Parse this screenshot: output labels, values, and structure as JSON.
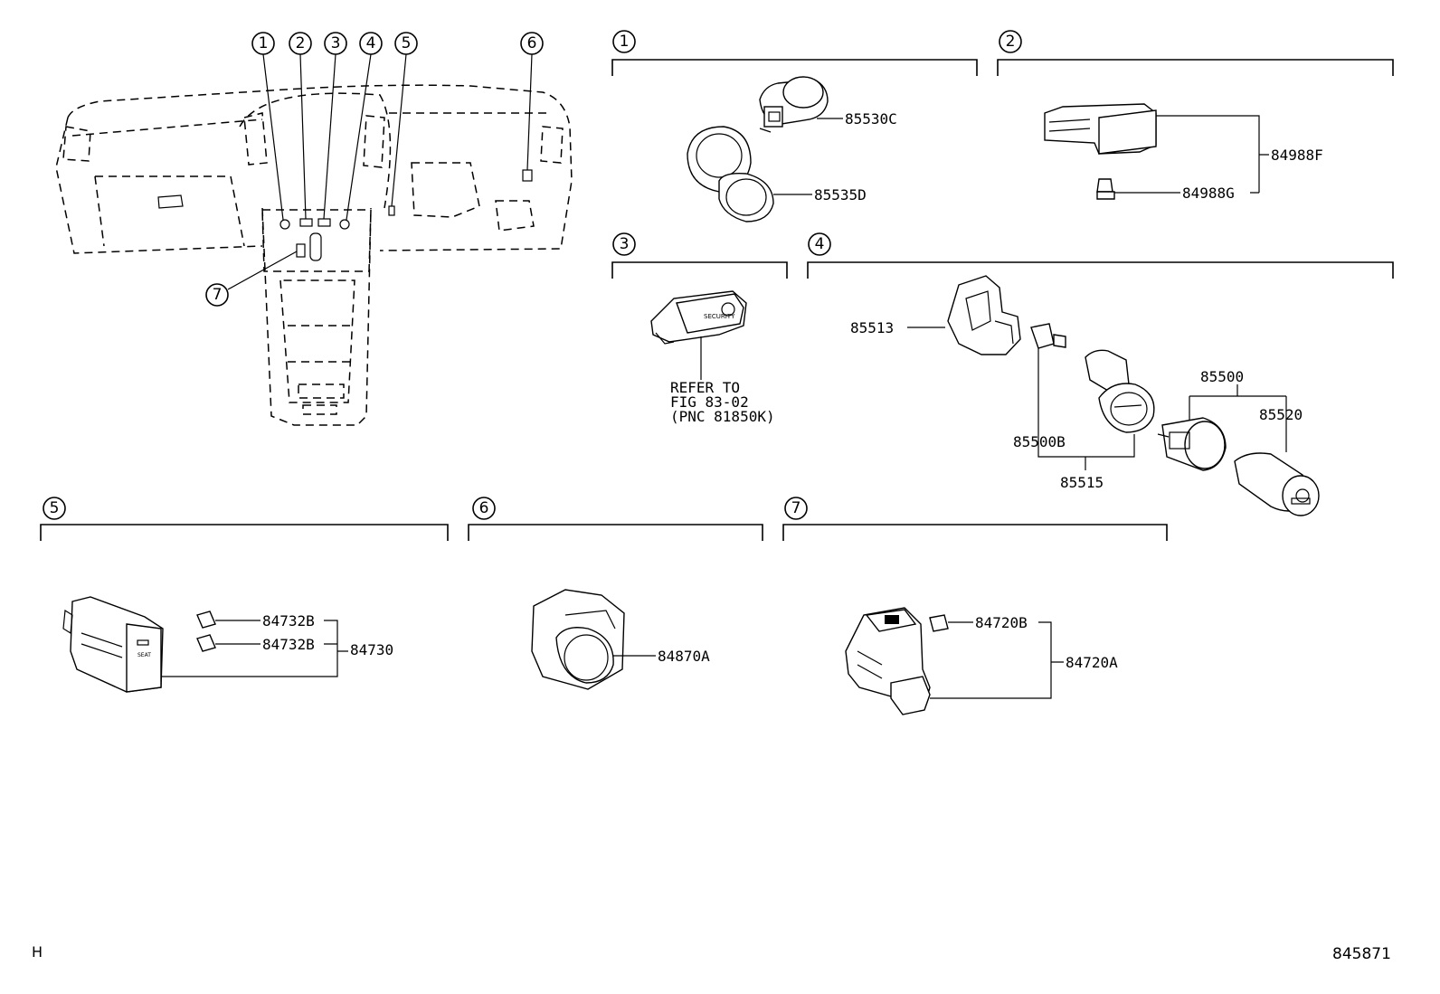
{
  "dashboard": {
    "callouts": [
      "1",
      "2",
      "3",
      "4",
      "5",
      "6",
      "7"
    ]
  },
  "sections": {
    "s1": {
      "num": "1",
      "parts": [
        "85530C",
        "85535D"
      ]
    },
    "s2": {
      "num": "2",
      "parts": [
        "84988F",
        "84988G"
      ]
    },
    "s3": {
      "num": "3",
      "note": [
        "REFER TO",
        "FIG 83-02",
        "(PNC 81850K)"
      ],
      "switch_text": "SECURITY"
    },
    "s4": {
      "num": "4",
      "parts": [
        "85513",
        "85500B",
        "85515",
        "85500",
        "85520"
      ]
    },
    "s5": {
      "num": "5",
      "parts": [
        "84732B",
        "84732B",
        "84730"
      ]
    },
    "s6": {
      "num": "6",
      "parts": [
        "84870A"
      ]
    },
    "s7": {
      "num": "7",
      "parts": [
        "84720B",
        "84720A"
      ]
    }
  },
  "footer": {
    "left": "H",
    "right": "845871"
  }
}
